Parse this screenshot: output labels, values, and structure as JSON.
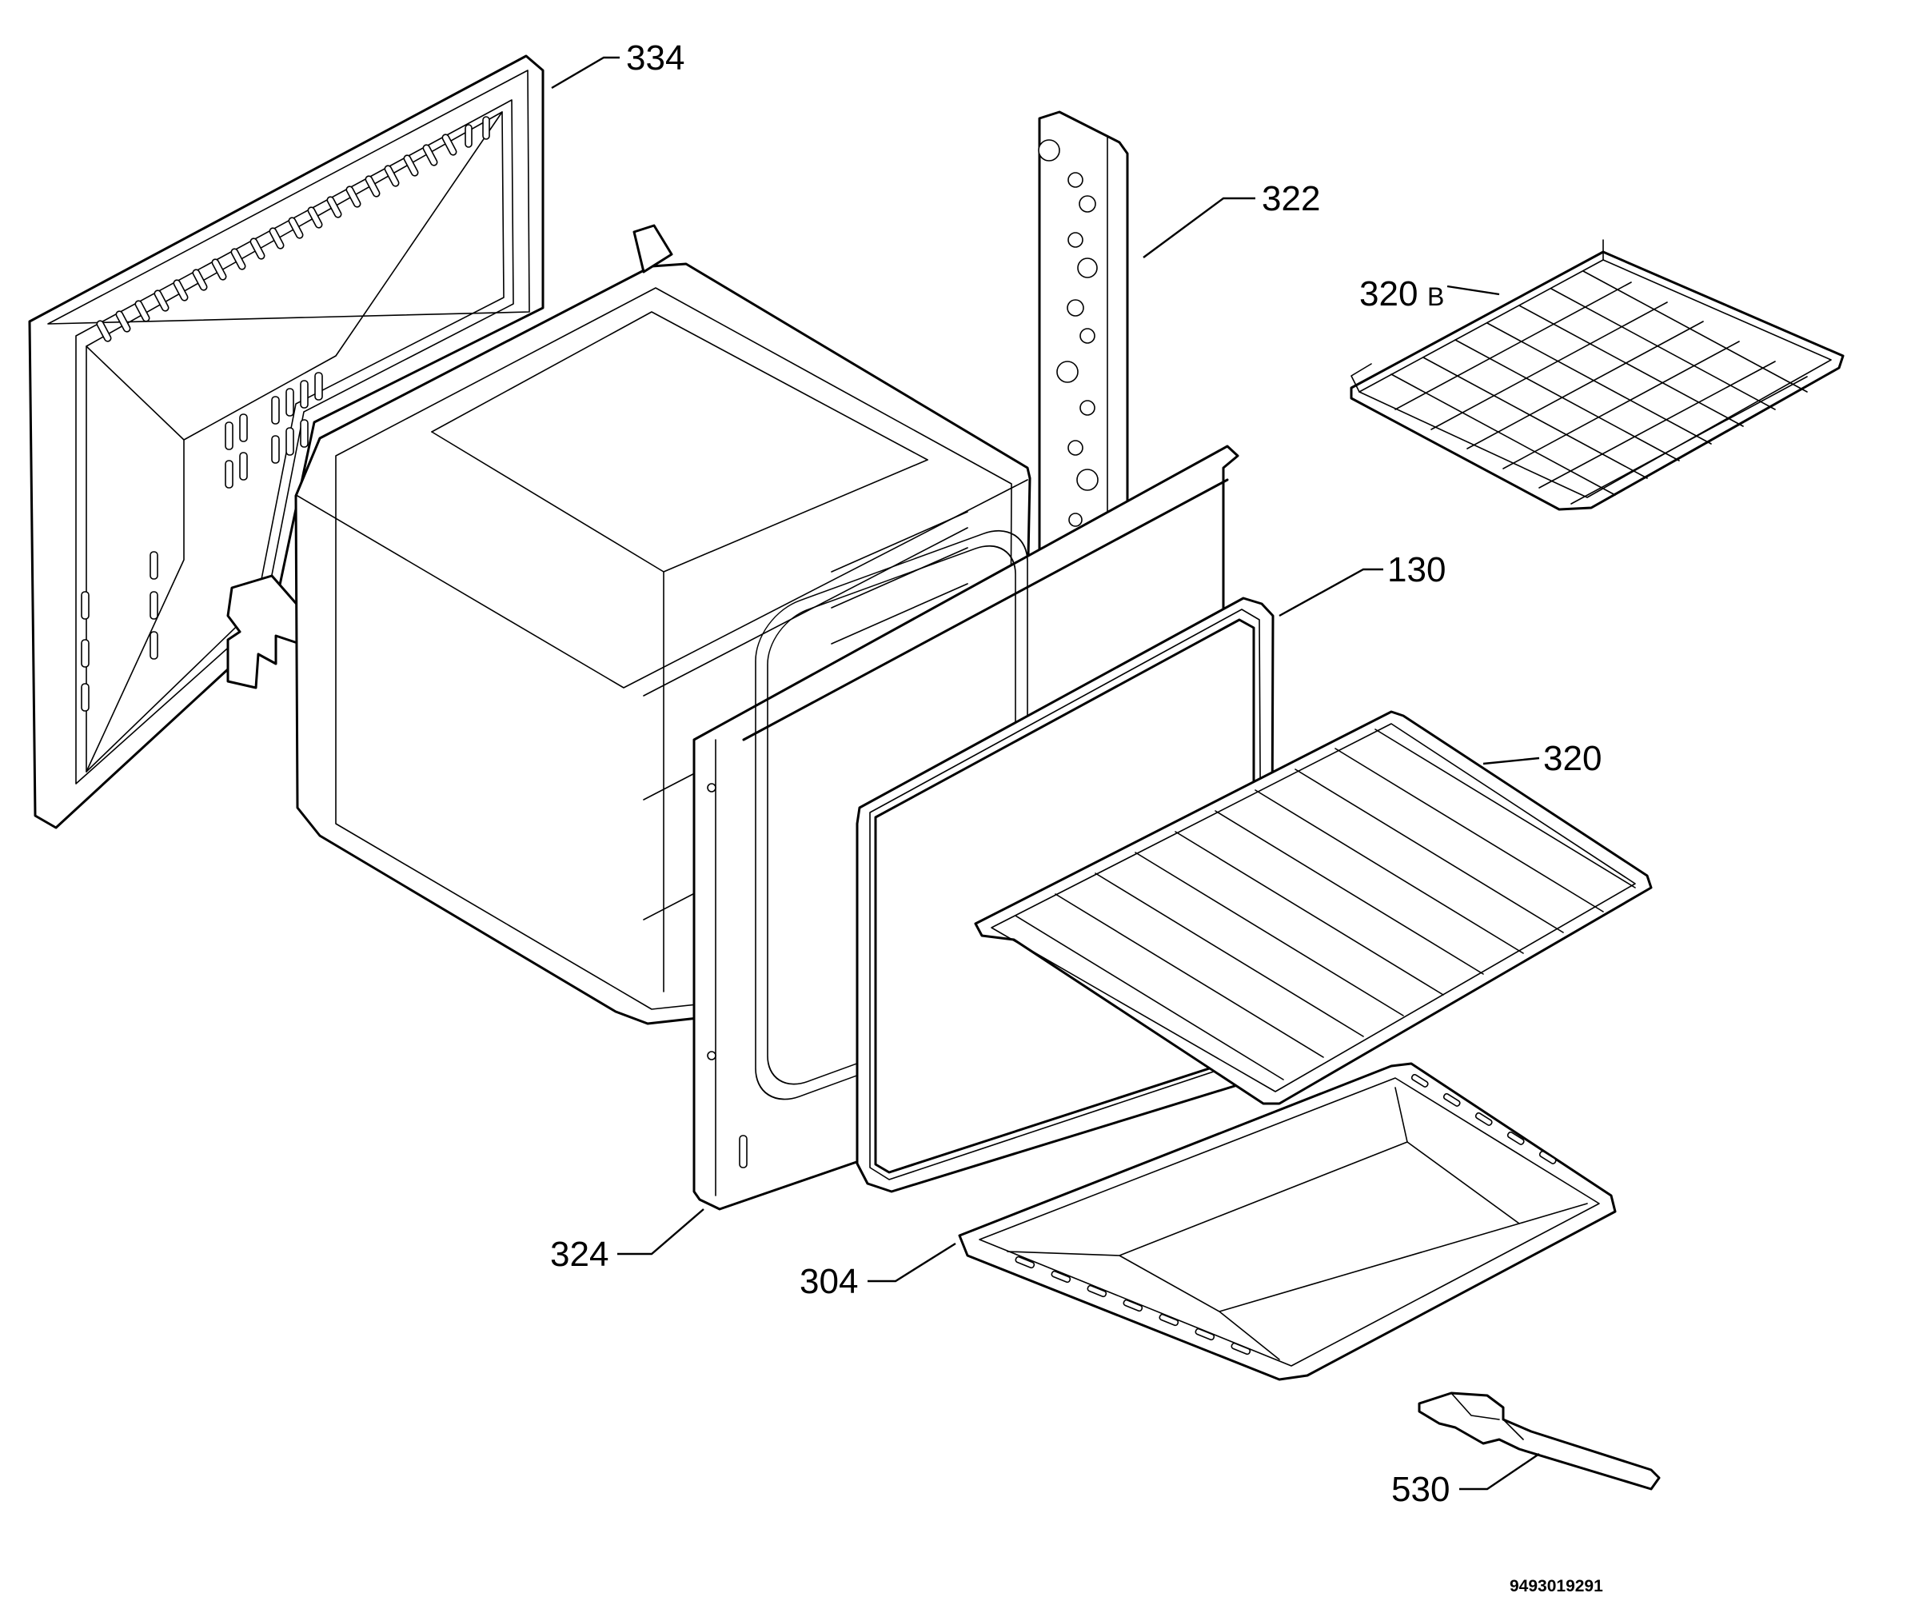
{
  "labels": {
    "p334": "334",
    "p322": "322",
    "p320b_num": "320",
    "p320b_suffix": "B",
    "p130": "130",
    "p320": "320",
    "p324": "324",
    "p304": "304",
    "p530": "530"
  },
  "document_code": "9493019291"
}
